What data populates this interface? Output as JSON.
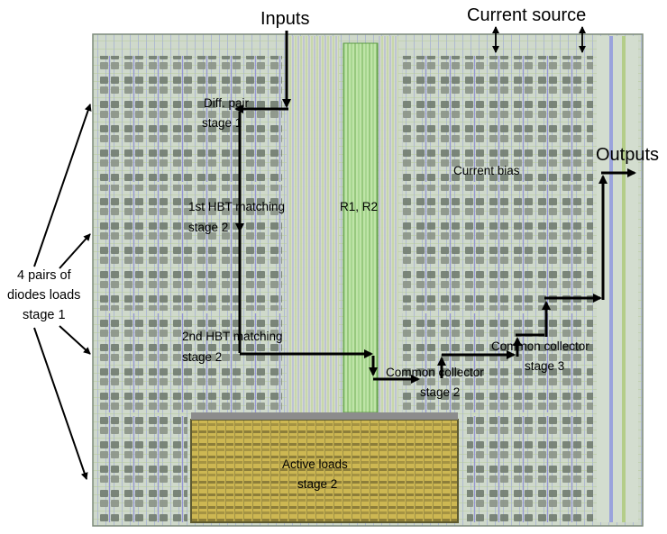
{
  "labels": {
    "inputs": "Inputs",
    "current_source": "Current source",
    "outputs": "Outputs",
    "diff_pair_l1": "Diff. pair",
    "diff_pair_l2": "stage 1",
    "hbt1_l1": "1st HBT matching",
    "hbt1_l2": "stage 2",
    "hbt2_l1": "2nd HBT matching",
    "hbt2_l2": "stage 2",
    "resistors": "R1, R2",
    "current_bias": "Current bias",
    "cc2_l1": "Common collector",
    "cc2_l2": "stage 2",
    "cc3_l1": "Common collector",
    "cc3_l2": "stage 3",
    "active_l1": "Active loads",
    "active_l2": "stage 2",
    "diodes_l1": "4 pairs of",
    "diodes_l2": "diodes loads",
    "diodes_l3": "stage 1"
  },
  "colors": {
    "layout_base": "#c9d3c4",
    "metal_green": "#b7cf8a",
    "metal_purple": "#8f8fd6",
    "metal_lilac": "#c7b6e6",
    "device_dark": "#6f7a6e",
    "active_load": "#c8b24a",
    "resistor_strip": "#b8e0a0",
    "arrow": "#000000"
  }
}
